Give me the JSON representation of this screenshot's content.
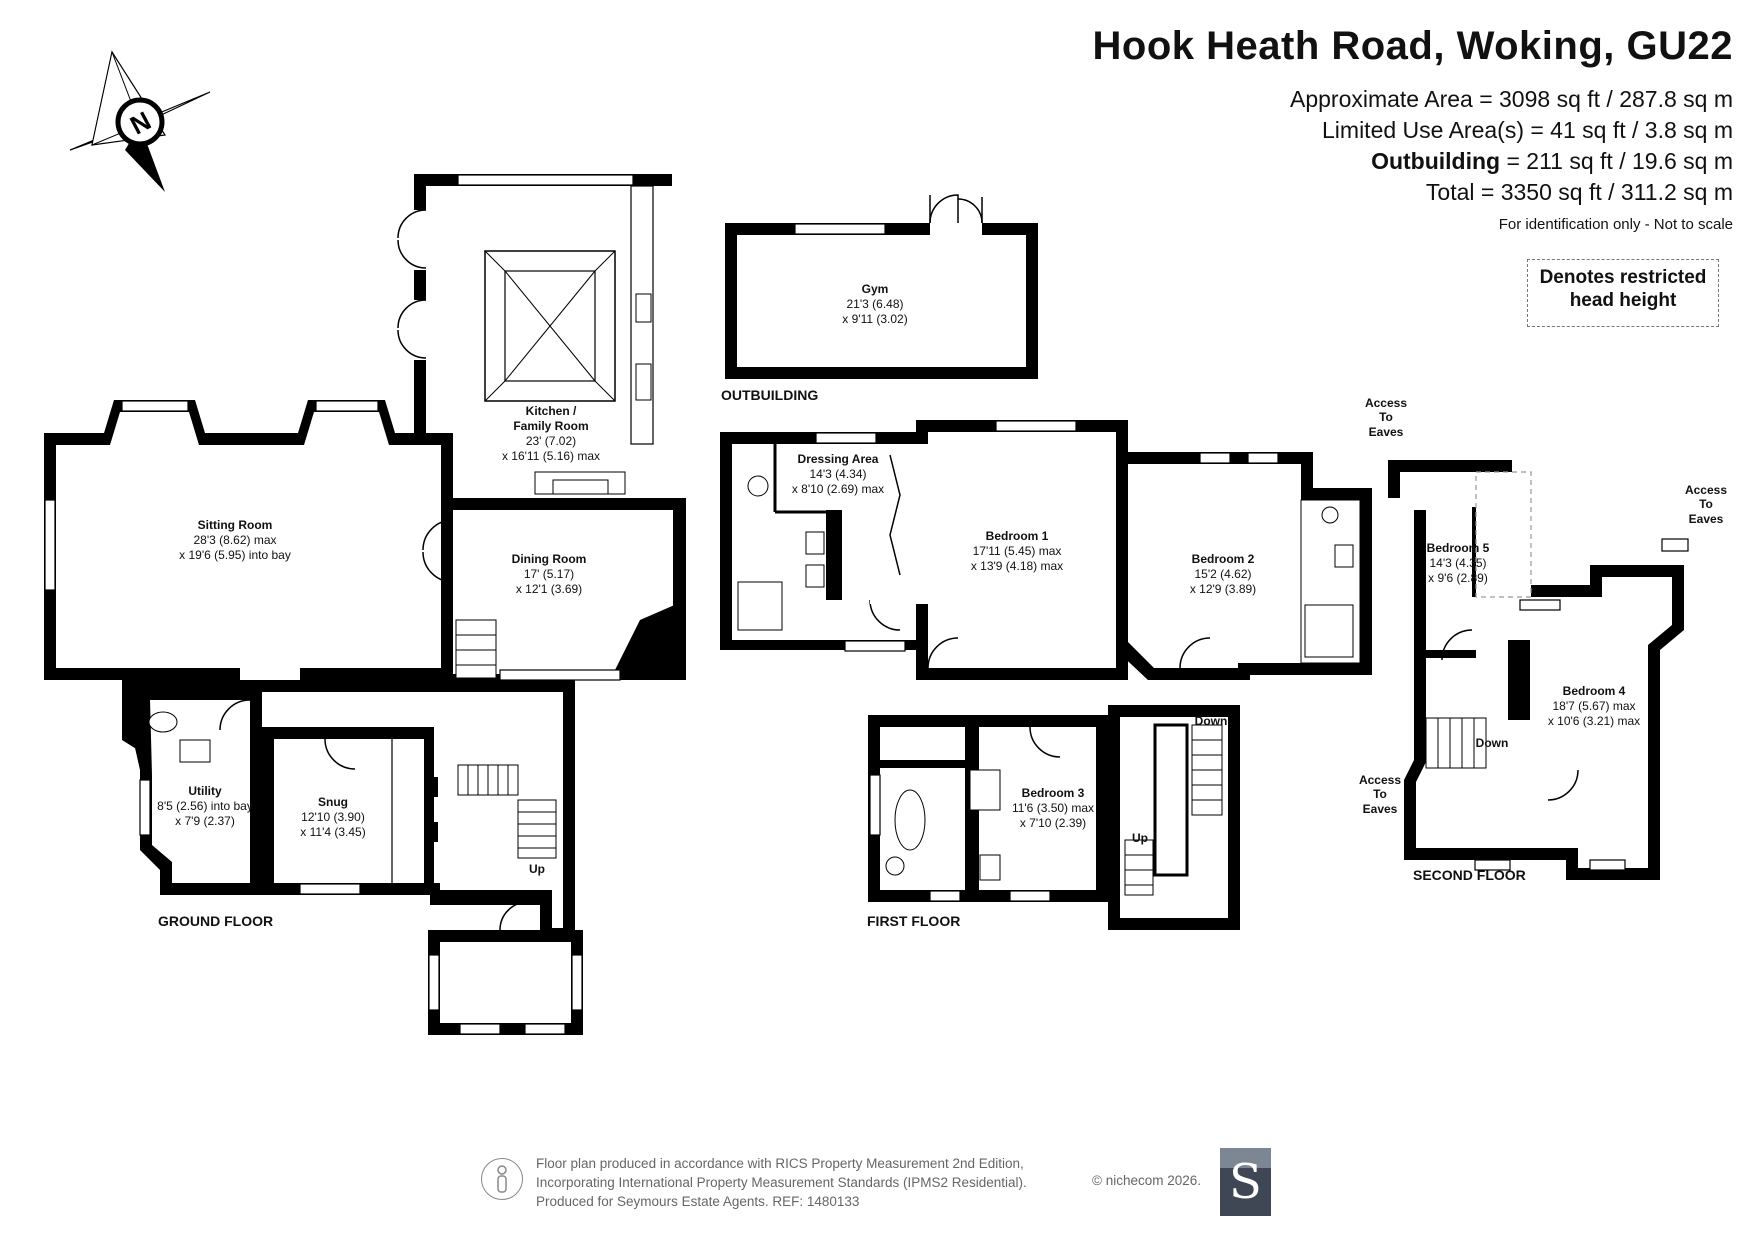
{
  "header": {
    "title": "Hook Heath Road, Woking, GU22",
    "approx_area": "Approximate Area = 3098 sq ft / 287.8 sq m",
    "limited_use": "Limited Use Area(s) = 41 sq ft / 3.8 sq m",
    "outbuilding_label": "Outbuilding",
    "outbuilding_value": " = 211 sq ft / 19.6 sq m",
    "total": "Total = 3350 sq ft / 311.2 sq m",
    "note": "For identification only - Not to scale"
  },
  "legend": {
    "restricted_line1": "Denotes restricted",
    "restricted_line2": "head height"
  },
  "compass": {
    "letter": "N"
  },
  "floors": {
    "ground": "GROUND FLOOR",
    "first": "FIRST FLOOR",
    "second": "SECOND FLOOR",
    "outbuilding": "OUTBUILDING"
  },
  "rooms": {
    "gym": {
      "name": "Gym",
      "d1": "21'3 (6.48)",
      "d2": "x 9'11 (3.02)"
    },
    "kitchen": {
      "name1": "Kitchen /",
      "name2": "Family Room",
      "d1": "23' (7.02)",
      "d2": "x 16'11 (5.16) max"
    },
    "sitting": {
      "name": "Sitting Room",
      "d1": "28'3 (8.62) max",
      "d2": "x 19'6 (5.95) into bay"
    },
    "dining": {
      "name": "Dining Room",
      "d1": "17' (5.17)",
      "d2": "x 12'1 (3.69)"
    },
    "utility": {
      "name": "Utility",
      "d1": "8'5 (2.56) into bay",
      "d2": "x 7'9 (2.37)"
    },
    "snug": {
      "name": "Snug",
      "d1": "12'10 (3.90)",
      "d2": "x 11'4 (3.45)"
    },
    "dressing": {
      "name": "Dressing Area",
      "d1": "14'3 (4.34)",
      "d2": "x 8'10 (2.69) max"
    },
    "bed1": {
      "name": "Bedroom 1",
      "d1": "17'11 (5.45) max",
      "d2": "x 13'9 (4.18) max"
    },
    "bed2": {
      "name": "Bedroom 2",
      "d1": "15'2 (4.62)",
      "d2": "x 12'9 (3.89)"
    },
    "bed3": {
      "name": "Bedroom 3",
      "d1": "11'6 (3.50) max",
      "d2": "x 7'10 (2.39)"
    },
    "bed4": {
      "name": "Bedroom 4",
      "d1": "18'7 (5.67) max",
      "d2": "x 10'6 (3.21) max"
    },
    "bed5": {
      "name": "Bedroom 5",
      "d1": "14'3 (4.35)",
      "d2": "x 9'6 (2.89)"
    }
  },
  "annotations": {
    "up": "Up",
    "down": "Down",
    "access1": "Access",
    "access2": "To",
    "access3": "Eaves"
  },
  "footer": {
    "line1": "Floor plan produced in accordance with RICS Property Measurement 2nd Edition,",
    "line2": "Incorporating International Property Measurement Standards (IPMS2 Residential).",
    "line3": "Produced for Seymours Estate Agents.   REF: 1480133",
    "copyright": "© nichecom 2026.",
    "logo_letter": "S"
  }
}
